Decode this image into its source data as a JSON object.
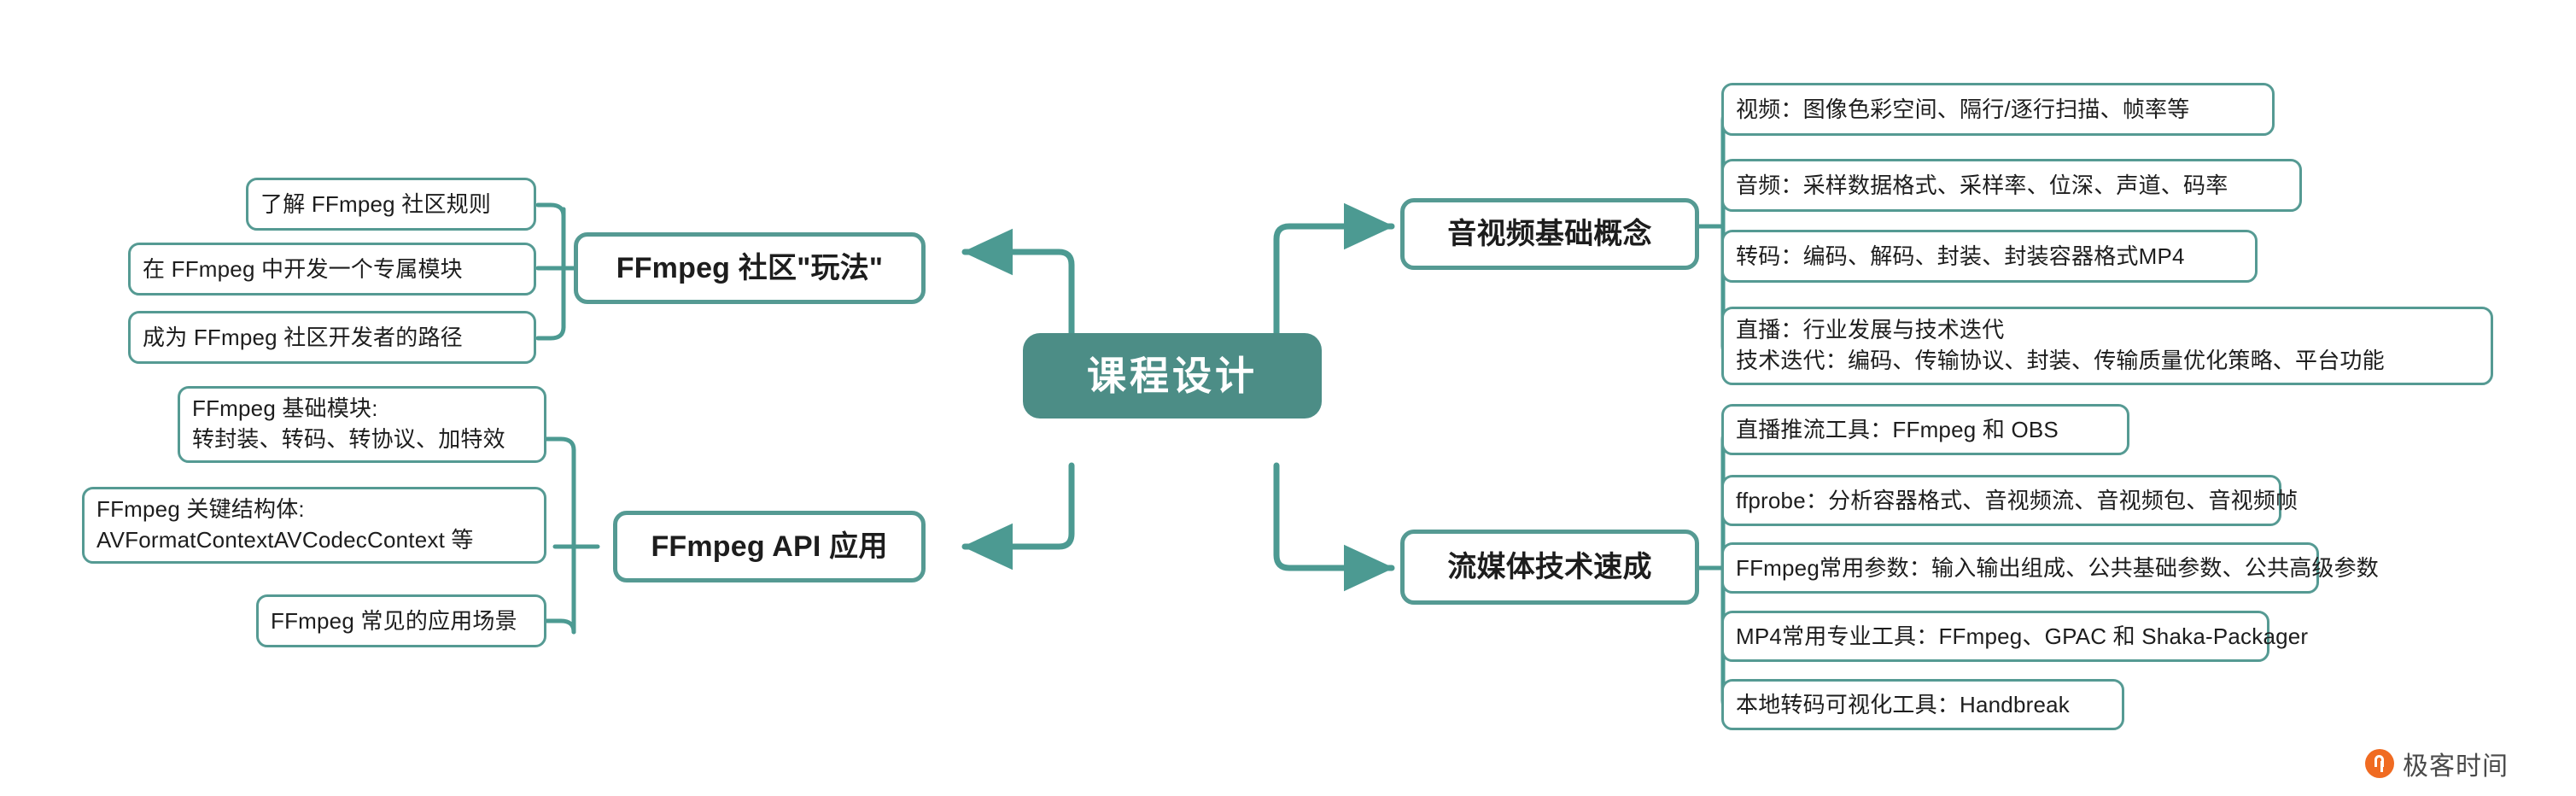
{
  "diagram": {
    "title": "课程设计",
    "accent_color": "#559a93",
    "root_fill": "#4c8d86",
    "node_fill": "#ffffff",
    "text_color": "#1d1d1d",
    "root": {
      "label": "课程设计"
    },
    "branches": [
      {
        "id": "ffmpeg-community",
        "side": "left",
        "label": "FFmpeg 社区\"玩法\"",
        "leaves": [
          {
            "label": "了解 FFmpeg 社区规则"
          },
          {
            "label": "在 FFmpeg 中开发一个专属模块"
          },
          {
            "label": "成为 FFmpeg 社区开发者的路径"
          }
        ]
      },
      {
        "id": "ffmpeg-api",
        "side": "left",
        "label": "FFmpeg API 应用",
        "leaves": [
          {
            "label": "FFmpeg 基础模块:\n转封装、转码、转协议、加特效"
          },
          {
            "label": "FFmpeg 关键结构体:\nAVFormatContextAVCodecContext 等"
          },
          {
            "label": "FFmpeg 常见的应用场景"
          }
        ]
      },
      {
        "id": "av-basics",
        "side": "right",
        "label": "音视频基础概念",
        "leaves": [
          {
            "label": "视频：图像色彩空间、隔行/逐行扫描、帧率等"
          },
          {
            "label": "音频：采样数据格式、采样率、位深、声道、码率"
          },
          {
            "label": "转码：编码、解码、封装、封装容器格式MP4"
          },
          {
            "label": "直播：行业发展与技术迭代\n技术迭代：编码、传输协议、封装、传输质量优化策略、平台功能"
          }
        ]
      },
      {
        "id": "streaming-crash-course",
        "side": "right",
        "label": "流媒体技术速成",
        "leaves": [
          {
            "label": "直播推流工具：FFmpeg 和 OBS"
          },
          {
            "label": "ffprobe：分析容器格式、音视频流、音视频包、音视频帧"
          },
          {
            "label": "FFmpeg常用参数：输入输出组成、公共基础参数、公共高级参数"
          },
          {
            "label": "MP4常用专业工具：FFmpeg、GPAC 和 Shaka-Packager"
          },
          {
            "label": "本地转码可视化工具：Handbreak"
          }
        ]
      }
    ]
  },
  "watermark": {
    "text": "极客时间",
    "logo_color": "#f06b22"
  }
}
